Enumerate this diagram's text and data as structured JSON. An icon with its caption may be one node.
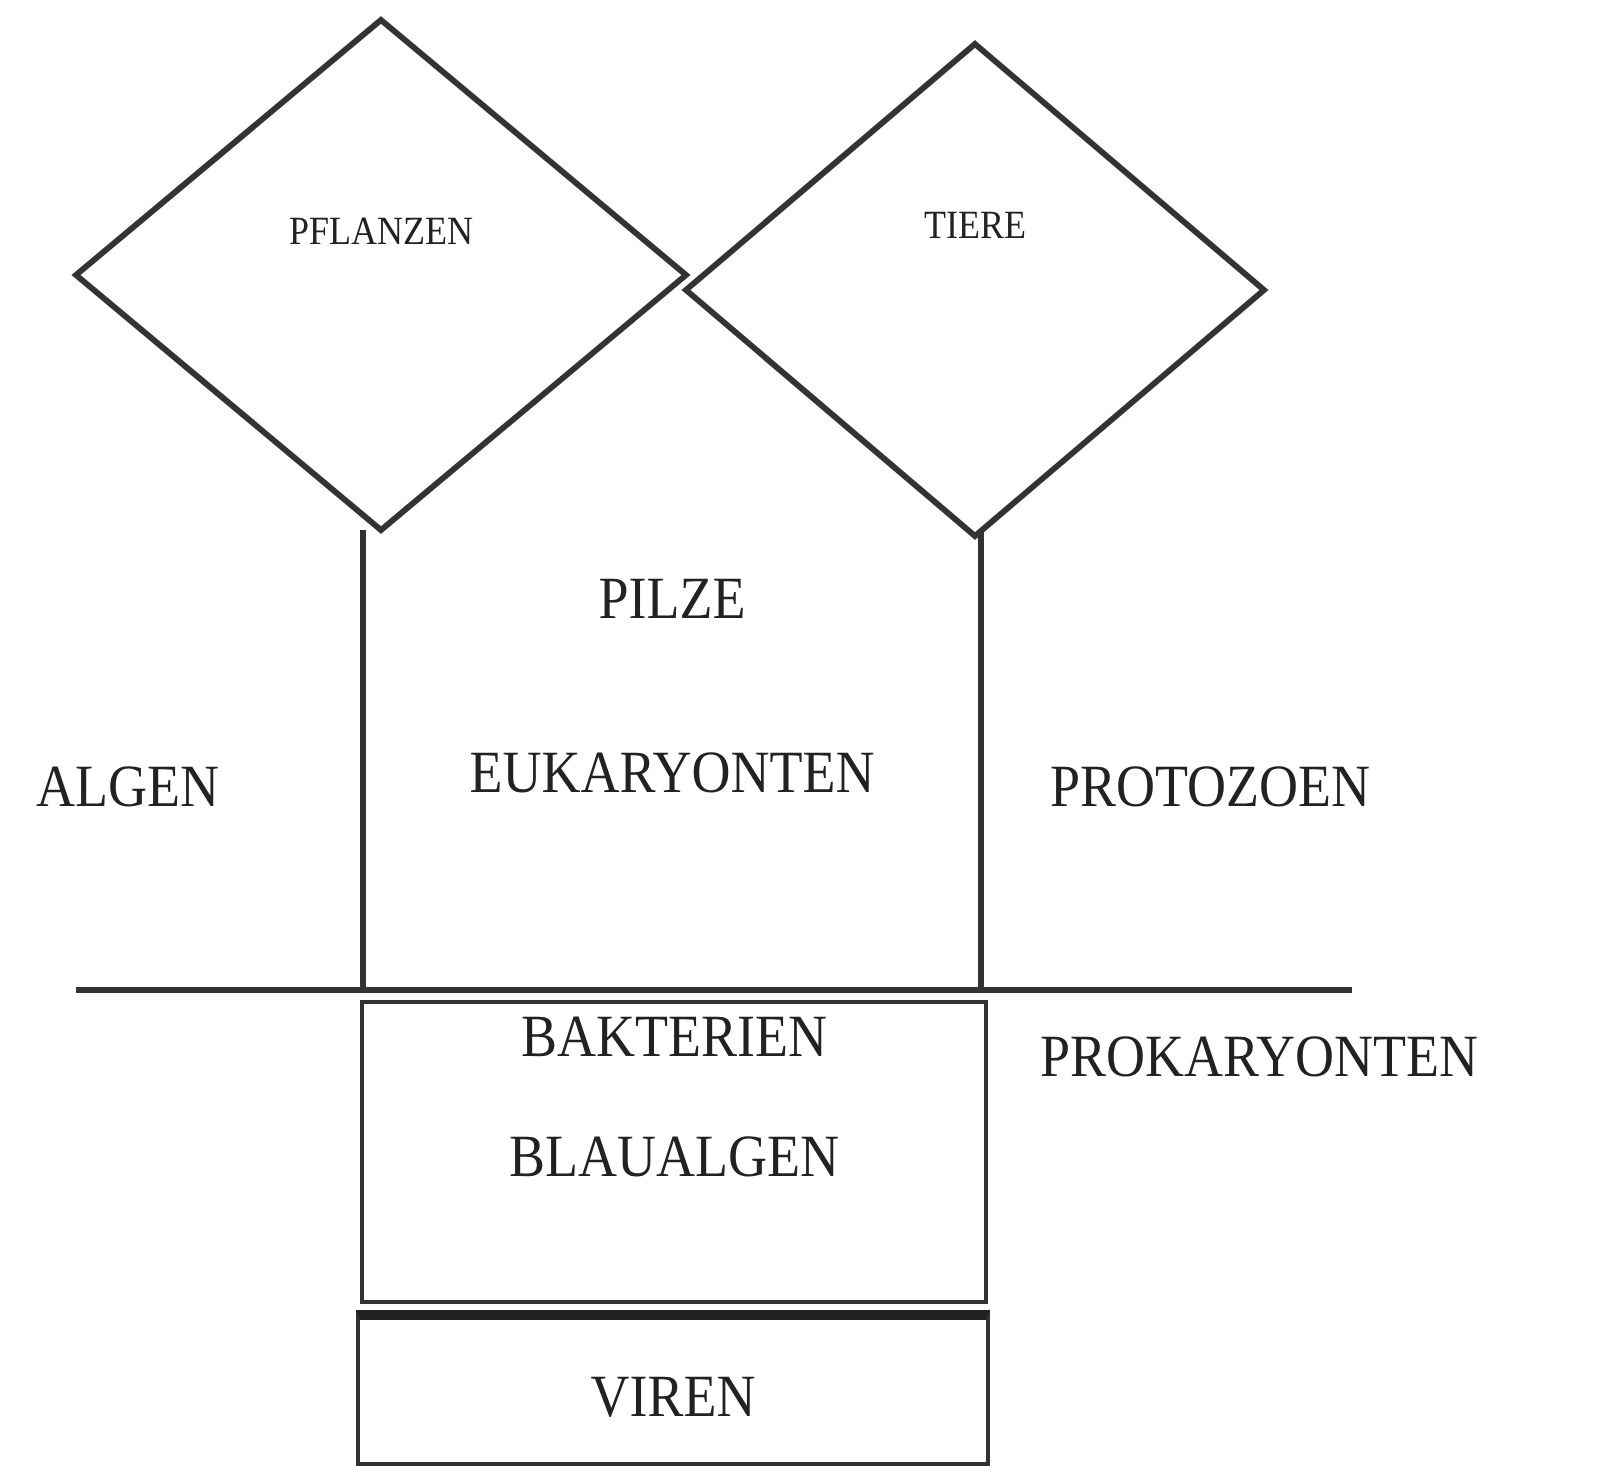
{
  "diagram": {
    "nodes": [
      {
        "text": [
          "PFLANZEN"
        ]
      },
      {
        "text": [
          "TIERE"
        ]
      },
      {
        "text": [
          "PILZE",
          "EUKARYONTEN"
        ]
      },
      {
        "text": [
          "BAKTERIEN",
          "BLAUALGEN"
        ]
      },
      {
        "text": [
          "VIREN"
        ]
      }
    ],
    "labels": [
      "ALGEN",
      "PROTOZOEN",
      "PROKARYONTEN"
    ]
  }
}
